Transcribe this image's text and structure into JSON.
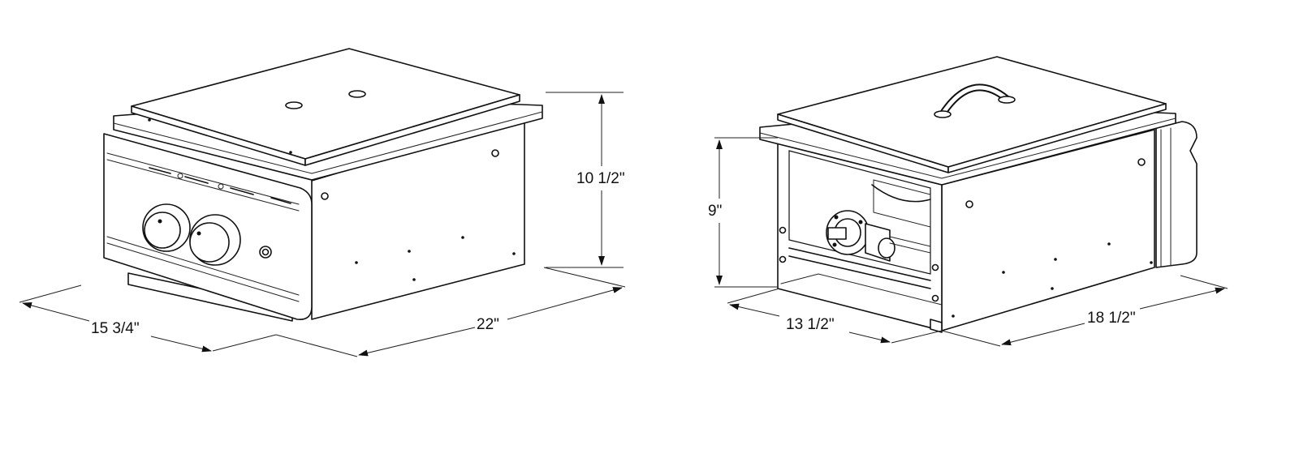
{
  "views": {
    "front": {
      "dimensions": {
        "height": "10 1/2\"",
        "width": "15 3/4\"",
        "depth": "22\""
      }
    },
    "back": {
      "dimensions": {
        "height": "9\"",
        "width": "13 1/2\"",
        "depth": "18 1/2\""
      }
    }
  },
  "colors": {
    "line": "#111111",
    "background": "#ffffff"
  }
}
